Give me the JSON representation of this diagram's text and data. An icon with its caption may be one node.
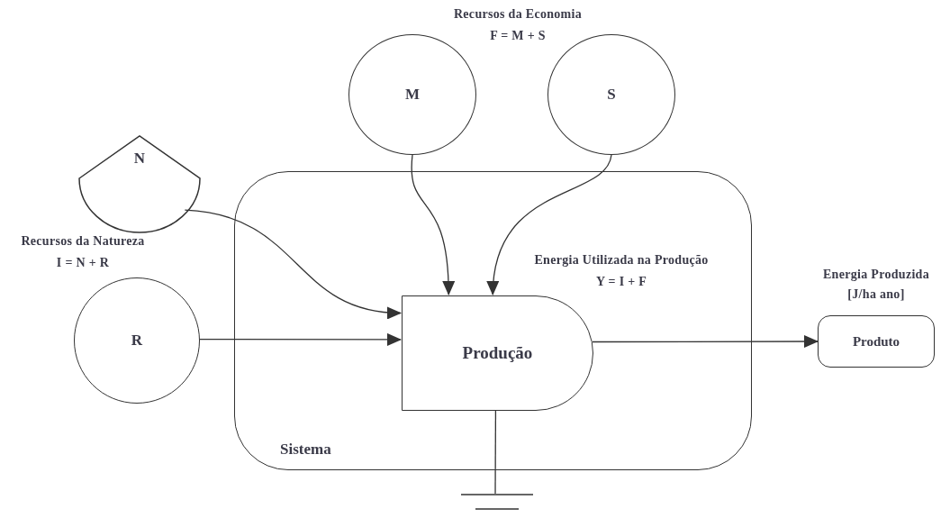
{
  "diagram": {
    "nodes": [
      {
        "text": [
          "Sistema"
        ]
      },
      {
        "text": [
          "M"
        ]
      },
      {
        "text": [
          "S"
        ]
      },
      {
        "text": [
          "N"
        ]
      },
      {
        "text": [
          "R"
        ]
      },
      {
        "text": [
          "Produção"
        ],
        "in": 0
      },
      {
        "text": [
          "Produto"
        ],
        "beside": [
          "Energia Produzida [J/ha ano]"
        ]
      },
      {
        "text": [],
        "shape": "ground"
      }
    ],
    "edges": [
      {
        "from": 1,
        "to": 5,
        "arrow": "to"
      },
      {
        "from": 2,
        "to": 5,
        "arrow": "to"
      },
      {
        "from": 3,
        "to": 5,
        "arrow": "to"
      },
      {
        "from": 4,
        "to": 5,
        "arrow": "to"
      },
      {
        "from": 5,
        "to": 6,
        "arrow": "to"
      },
      {
        "from": 5,
        "to": 7,
        "arrow": "none"
      }
    ],
    "labels": [
      "Recursos da Economia",
      "F = M + S",
      "Recursos da Natureza",
      "I = N + R",
      "Energia Utilizada na Produção",
      "Y = I + F"
    ]
  }
}
